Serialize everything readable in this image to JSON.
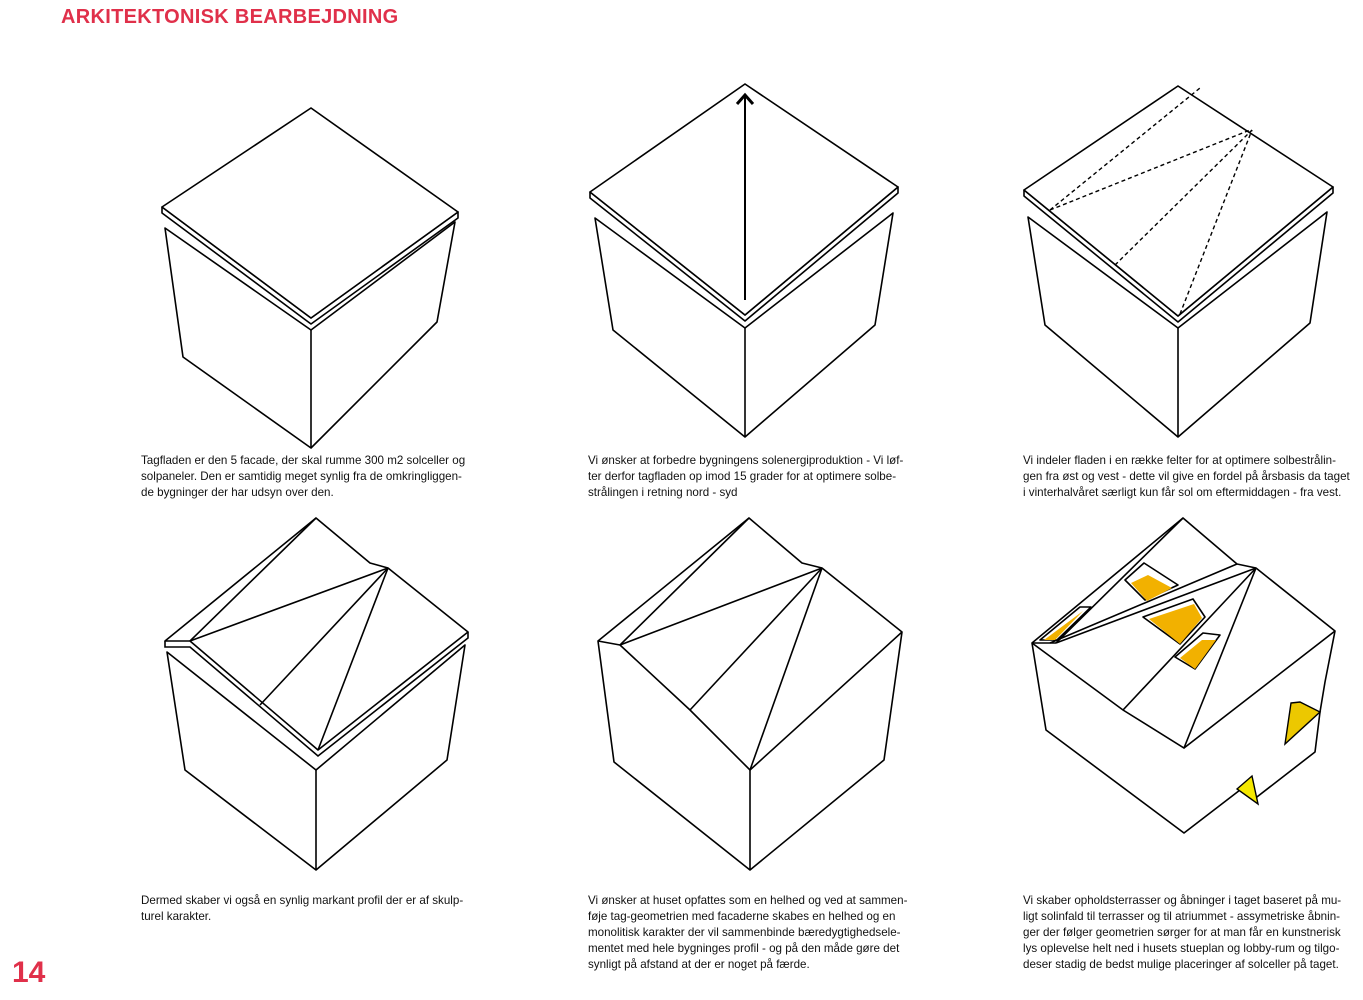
{
  "header": {
    "title": "ARKITEKTONISK BEARBEJDNING"
  },
  "page_number": "14",
  "colors": {
    "accent": "#e0304a",
    "opening": "#f2b100",
    "facade_opening": "#f5e100"
  },
  "captions": [
    [
      "Tagfladen er den 5 facade, der skal rumme 300 m2 solceller og",
      "solpaneler. Den er samtidig meget synlig fra de omkringliggen-",
      "de bygninger der har udsyn over den."
    ],
    [
      "Vi ønsker at forbedre bygningens solenergiproduktion - Vi løf-",
      "ter derfor tagfladen op imod 15 grader for at optimere solbe-",
      "strålingen i retning nord - syd"
    ],
    [
      "Vi indeler fladen i en række felter for at optimere solbestrålin-",
      "gen fra øst og vest - dette vil give en fordel på årsbasis da taget",
      "i  vinterhalvåret særligt kun får sol om eftermiddagen - fra vest."
    ],
    [
      "Dermed skaber vi også en synlig markant profil der er af skulp-",
      "turel karakter."
    ],
    [
      "Vi ønsker at huset opfattes som en helhed og ved at sammen-",
      "føje tag-geometrien med facaderne skabes en helhed og en",
      "monolitisk karakter der vil sammenbinde bæredygtighedsele-",
      "mentet med hele bygninges profil - og på den måde gøre det",
      "synligt på afstand at der er noget på færde."
    ],
    [
      "Vi skaber opholdsterrasser og åbninger i taget baseret på mu-",
      "ligt solinfald til terrasser og til atriummet - assymetriske åbnin-",
      "ger der følger geometrien sørger for at man får en kunstnerisk",
      "lys oplevelse helt ned i husets stueplan og lobby-rum og tilgo-",
      "deser stadig de bedst mulige placeringer af solceller på taget."
    ]
  ]
}
